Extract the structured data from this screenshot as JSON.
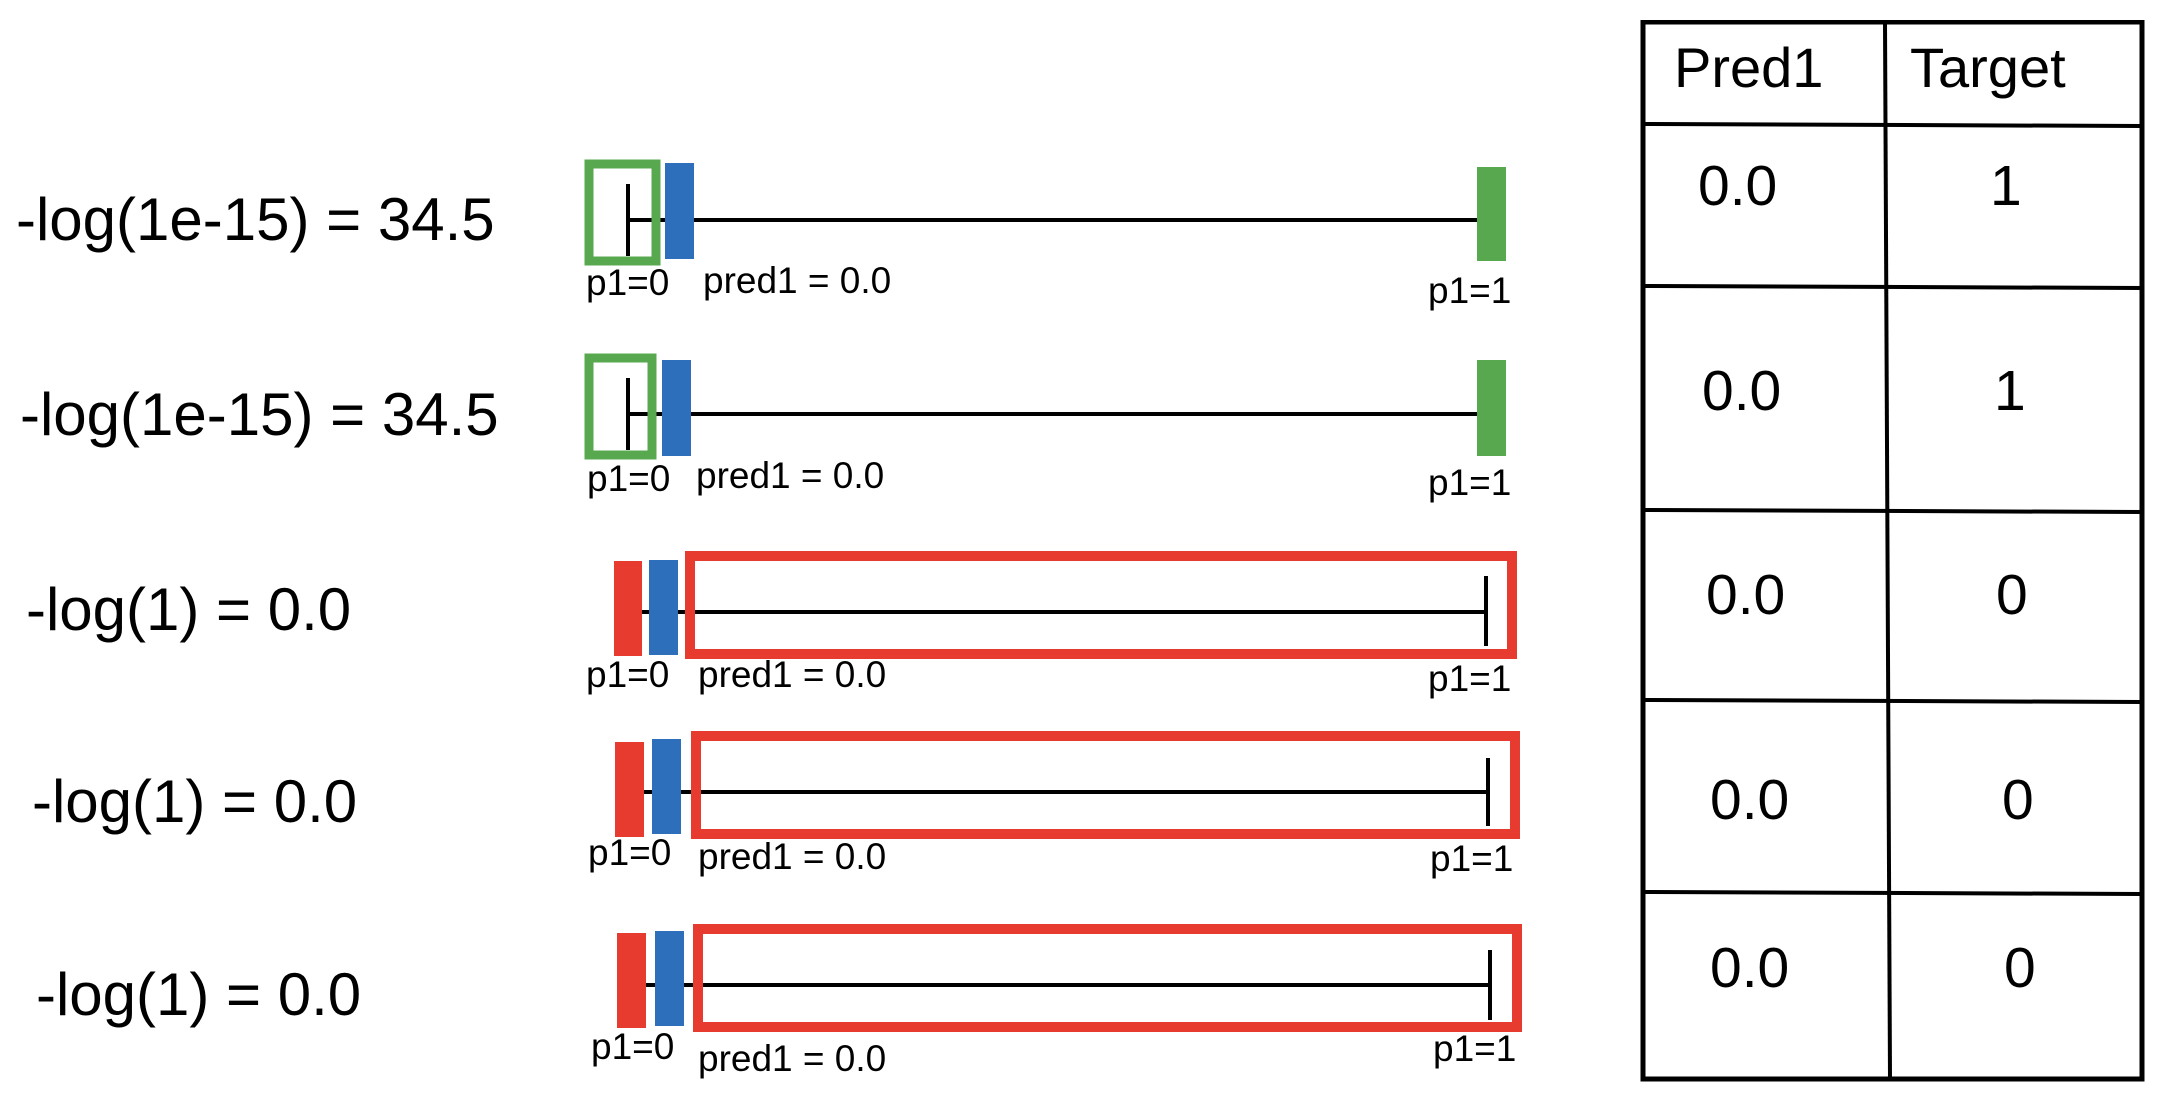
{
  "rows": [
    {
      "formula": "-log(1e-15) = 34.5",
      "left_label": "p1=0",
      "pred_label": "pred1 = 0.0",
      "right_label": "p1=1",
      "target_color": "green",
      "highlight": "left"
    },
    {
      "formula": "-log(1e-15) = 34.5",
      "left_label": "p1=0",
      "pred_label": "pred1 = 0.0",
      "right_label": "p1=1",
      "target_color": "green",
      "highlight": "left"
    },
    {
      "formula": "-log(1) = 0.0",
      "left_label": "p1=0",
      "pred_label": "pred1 = 0.0",
      "right_label": "p1=1",
      "target_color": "red",
      "highlight": "right"
    },
    {
      "formula": "-log(1) = 0.0",
      "left_label": "p1=0",
      "pred_label": "pred1 = 0.0",
      "right_label": "p1=1",
      "target_color": "red",
      "highlight": "right"
    },
    {
      "formula": "-log(1) = 0.0",
      "left_label": "p1=0",
      "pred_label": "pred1 = 0.0",
      "right_label": "p1=1",
      "target_color": "red",
      "highlight": "right"
    }
  ],
  "table": {
    "headers": [
      "Pred1",
      "Target"
    ],
    "rows": [
      [
        "0.0",
        "1"
      ],
      [
        "0.0",
        "1"
      ],
      [
        "0.0",
        "0"
      ],
      [
        "0.0",
        "0"
      ],
      [
        "0.0",
        "0"
      ]
    ]
  },
  "colors": {
    "green": "#57a84f",
    "blue": "#2e6fbb",
    "red": "#e63b2e",
    "line": "#000000"
  }
}
